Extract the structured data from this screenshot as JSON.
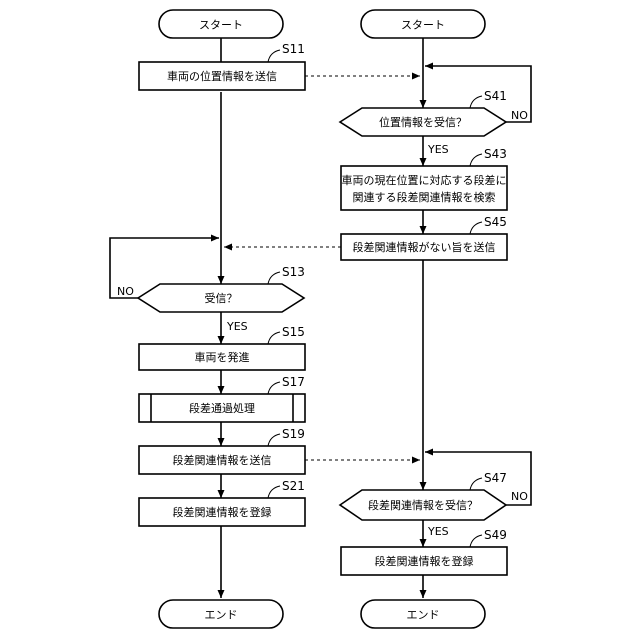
{
  "left": {
    "start": "スタート",
    "s11": {
      "step": "S11",
      "label": "車両の位置情報を送信"
    },
    "s13": {
      "step": "S13",
      "label": "受信？",
      "yes": "YES",
      "no": "NO"
    },
    "s15": {
      "step": "S15",
      "label": "車両を発進"
    },
    "s17": {
      "step": "S17",
      "label": "段差通過処理"
    },
    "s19": {
      "step": "S19",
      "label": "段差関連情報を送信"
    },
    "s21": {
      "step": "S21",
      "label": "段差関連情報を登録"
    },
    "end": "エンド"
  },
  "right": {
    "start": "スタート",
    "s41": {
      "step": "S41",
      "label": "位置情報を受信？",
      "yes": "YES",
      "no": "NO"
    },
    "s43": {
      "step": "S43",
      "line1": "車両の現在位置に対応する段差に",
      "line2": "関連する段差関連情報を検索"
    },
    "s45": {
      "step": "S45",
      "label": "段差関連情報がない旨を送信"
    },
    "s47": {
      "step": "S47",
      "label": "段差関連情報を受信？",
      "yes": "YES",
      "no": "NO"
    },
    "s49": {
      "step": "S49",
      "label": "段差関連情報を登録"
    },
    "end": "エンド"
  }
}
